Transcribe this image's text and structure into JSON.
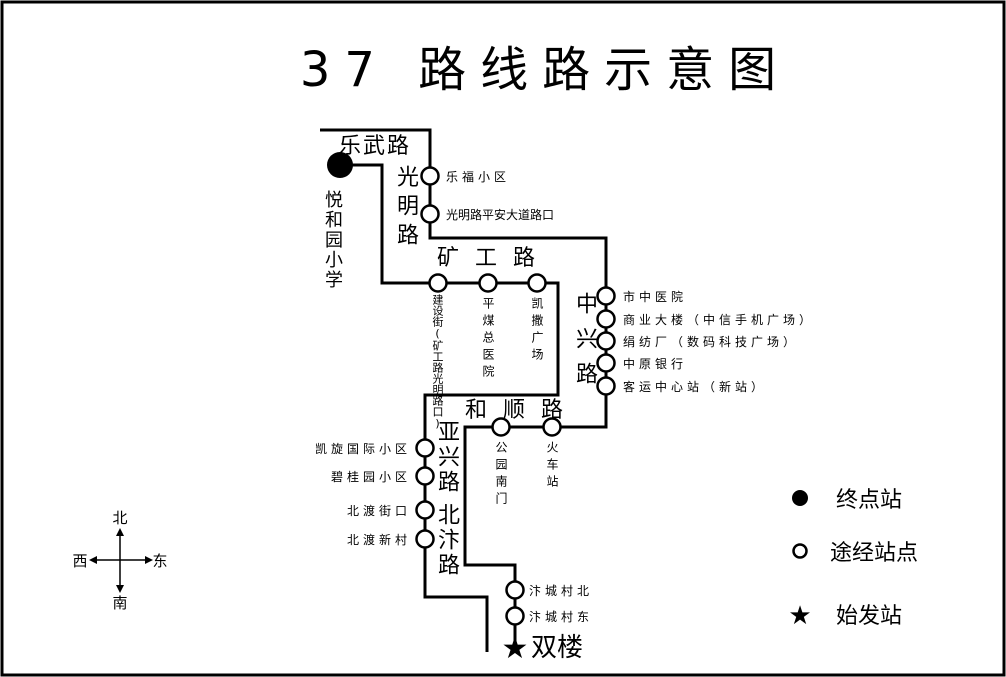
{
  "title": "37 路线路示意图",
  "roads": {
    "lewu": "乐武路",
    "guangming": "光明路",
    "kuanggong": "矿工路",
    "zhongxing": "中兴路",
    "heshun": "和顺路",
    "yaxing": "亚兴路",
    "beibian": "北汴路"
  },
  "terminal": "悦和园小学",
  "origin": "双楼",
  "stations": {
    "guangming": [
      "乐福小区",
      "光明路平安大道路口"
    ],
    "kuanggong": [
      "建设街(矿工路光明路口)",
      "平煤总医院",
      "凯撒广场"
    ],
    "zhongxing": [
      "市中医院",
      "商业大楼（中信手机广场）",
      "绢纺厂（数码科技广场）",
      "中原银行",
      "客运中心站（新站）"
    ],
    "heshun": [
      "公园南门",
      "火车站"
    ],
    "yaxing": [
      "凯旋国际小区",
      "碧桂园小区",
      "北渡街口",
      "北渡新村"
    ],
    "biancheng": [
      "汴城村北",
      "汴城村东"
    ]
  },
  "legend": {
    "terminal": "终点站",
    "stop": "途经站点",
    "origin": "始发站"
  },
  "compass": {
    "north": "北",
    "south": "南",
    "west": "西",
    "east": "东"
  },
  "colors": {
    "line": "#000000",
    "background": "#ffffff"
  }
}
